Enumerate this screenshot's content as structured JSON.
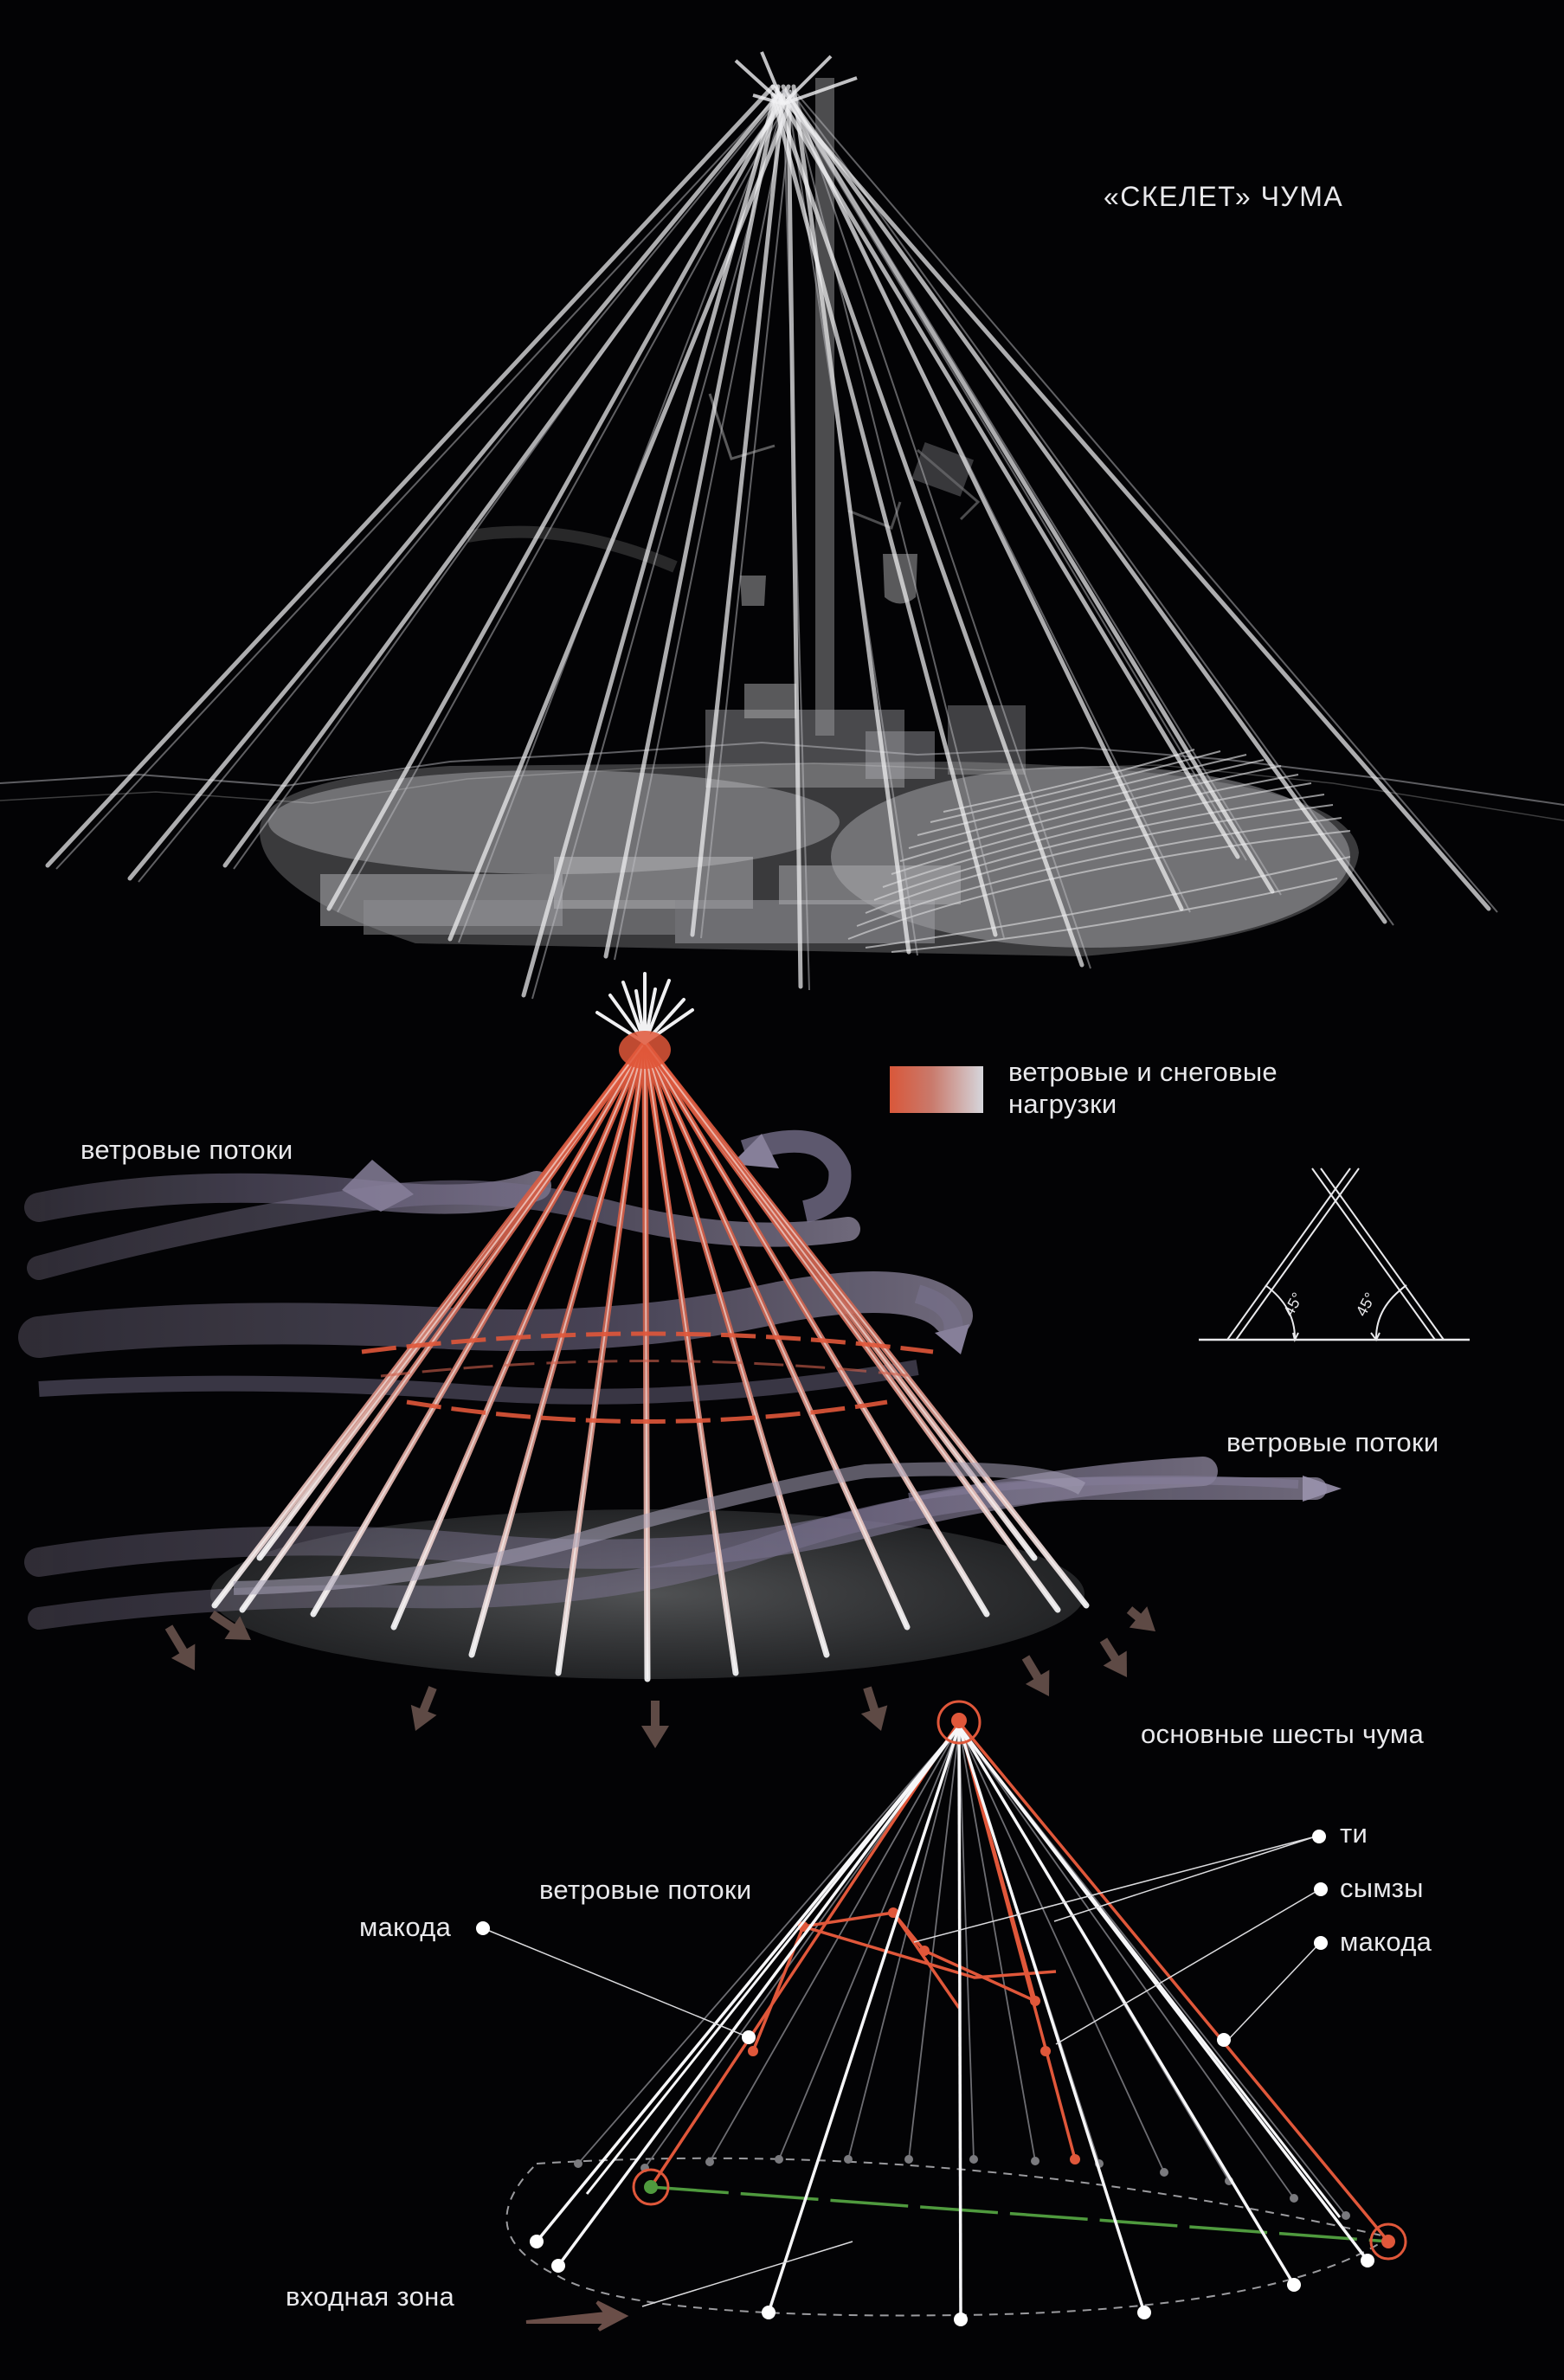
{
  "title": "«СКЕЛЕТ» ЧУМА",
  "legend": {
    "label_line1": "ветровые и снеговые",
    "label_line2": "нагрузки",
    "gradient_from": "#d9573a",
    "gradient_to": "#d6d6dc"
  },
  "labels": {
    "wind_flow_left": "ветровые потоки",
    "wind_flow_right": "ветровые потоки",
    "wind_flow_bottom": "ветровые потоки",
    "main_poles": "основные шесты чума",
    "ti": "ти",
    "symzy": "сымзы",
    "makoda_right": "макода",
    "makoda_left": "макода",
    "entrance_zone": "входная зона"
  },
  "angle_diagram": {
    "left_angle": "45°",
    "right_angle": "45°"
  },
  "colors": {
    "background": "#030305",
    "structure": "#f2f2f4",
    "load_red": "#d9573a",
    "wind": "#5a5468",
    "ground_arrow": "#5e4a45",
    "entrance_axis": "#4f9a3e"
  }
}
